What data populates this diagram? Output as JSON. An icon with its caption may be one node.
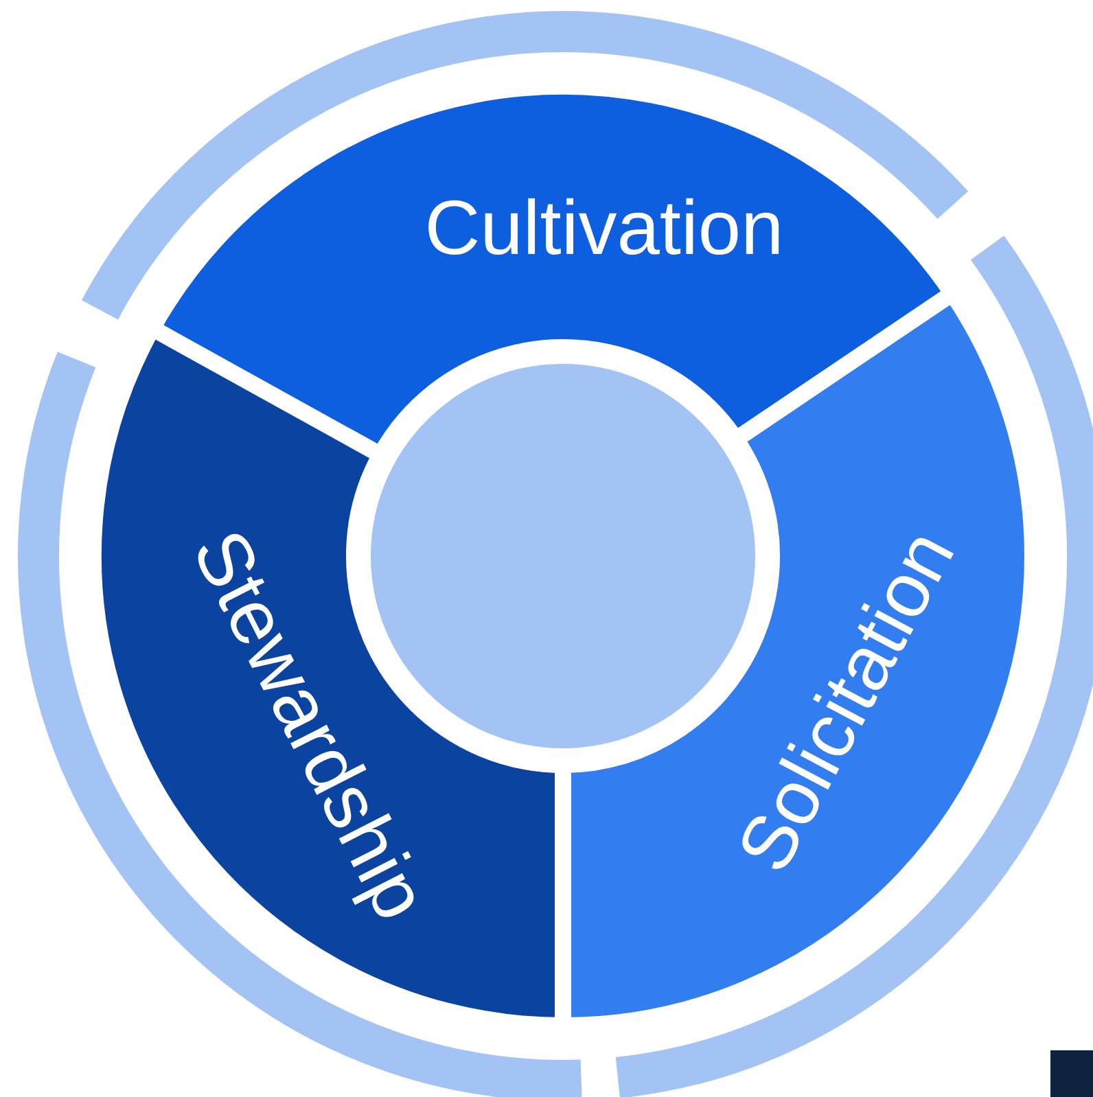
{
  "diagram": {
    "nodes": [
      {
        "text": [
          "Cultivation"
        ]
      },
      {
        "text": [
          "Stewardship"
        ]
      },
      {
        "text": [
          "Solicitation"
        ]
      },
      {
        "text": [],
        "shape": "circle"
      }
    ]
  }
}
